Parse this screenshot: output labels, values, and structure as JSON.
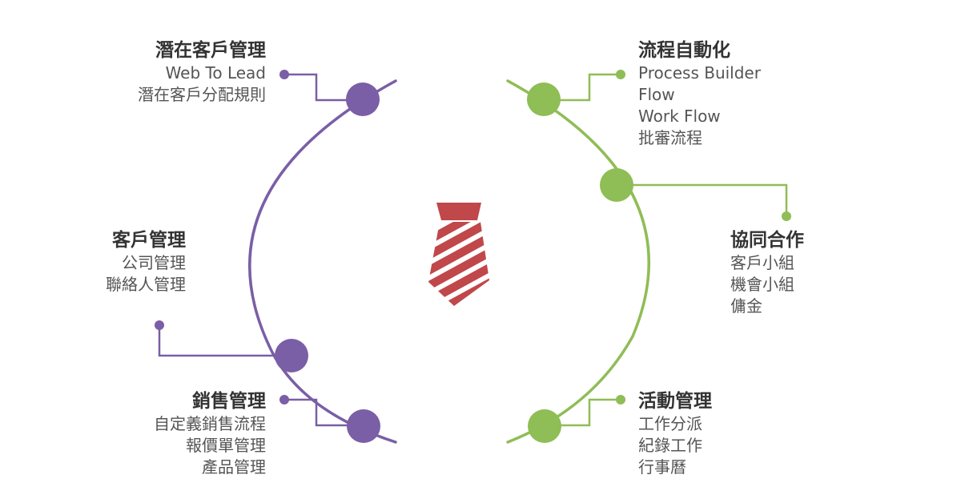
{
  "colors": {
    "left": "#7a5ea6",
    "right": "#8fbd56",
    "tie": "#c0474a",
    "text_title": "#333333",
    "text_item": "#555555"
  },
  "icon": {
    "center": "necktie-icon"
  },
  "left": [
    {
      "title": "潛在客戶管理",
      "items": [
        "Web To Lead",
        "潛在客戶分配規則"
      ]
    },
    {
      "title": "客戶管理",
      "items": [
        "公司管理",
        "聯絡人管理"
      ]
    },
    {
      "title": "銷售管理",
      "items": [
        "自定義銷售流程",
        "報價單管理",
        "產品管理"
      ]
    }
  ],
  "right": [
    {
      "title": "流程自動化",
      "items": [
        "Process Builder",
        "Flow",
        "Work Flow",
        "批審流程"
      ]
    },
    {
      "title": "協同合作",
      "items": [
        "客戶小組",
        "機會小組",
        "傭金"
      ]
    },
    {
      "title": "活動管理",
      "items": [
        "工作分派",
        "紀錄工作",
        "行事曆"
      ]
    }
  ]
}
